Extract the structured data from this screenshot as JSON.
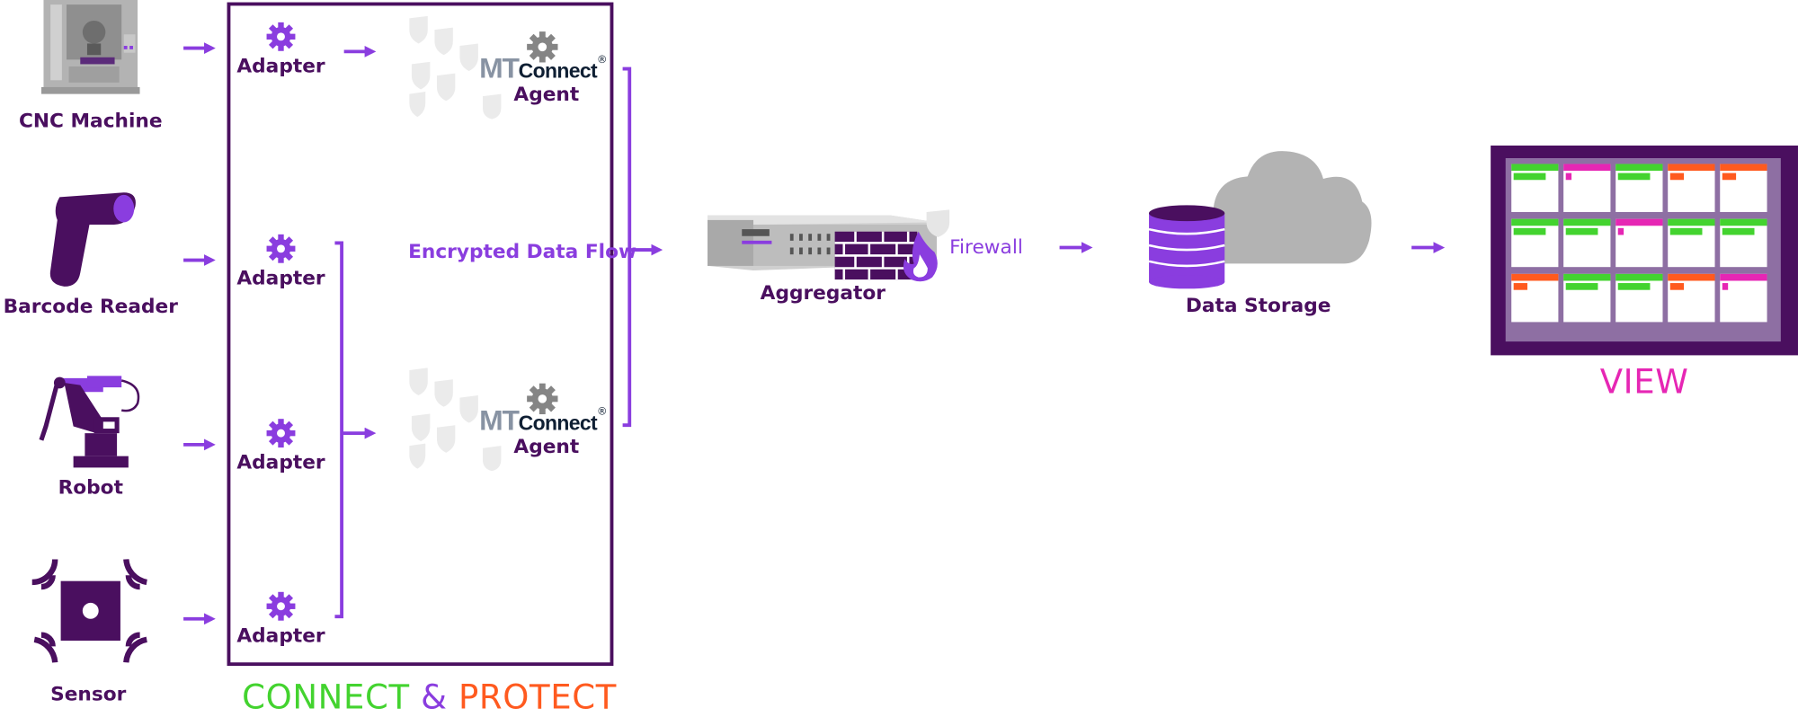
{
  "devices": {
    "cnc": "CNC Machine",
    "barcode": "Barcode Reader",
    "robot": "Robot",
    "sensor": "Sensor"
  },
  "adapters": [
    "Adapter",
    "Adapter",
    "Adapter",
    "Adapter"
  ],
  "agent": {
    "logo_mt": "MT",
    "logo_connect": "Connect",
    "registered": "®",
    "label": "Agent"
  },
  "flow": {
    "encrypted": "Encrypted Data Flow",
    "firewall": "Firewall",
    "aggregator": "Aggregator",
    "storage": "Data Storage"
  },
  "footer": {
    "connect": "CONNECT",
    "amp": "&",
    "protect": "PROTECT",
    "view": "VIEW"
  },
  "colors": {
    "dark_purple": "#4a0f5f",
    "purple": "#8a3ddf",
    "green": "#43d32f",
    "orange": "#ff5a1f",
    "magenta": "#e626b4",
    "gray": "#b3b3b3"
  },
  "dashboard": {
    "rows": [
      [
        "green",
        "magenta",
        "green",
        "orange",
        "orange"
      ],
      [
        "green",
        "green",
        "magenta",
        "green",
        "green"
      ],
      [
        "orange",
        "green",
        "green",
        "orange",
        "magenta"
      ]
    ]
  }
}
